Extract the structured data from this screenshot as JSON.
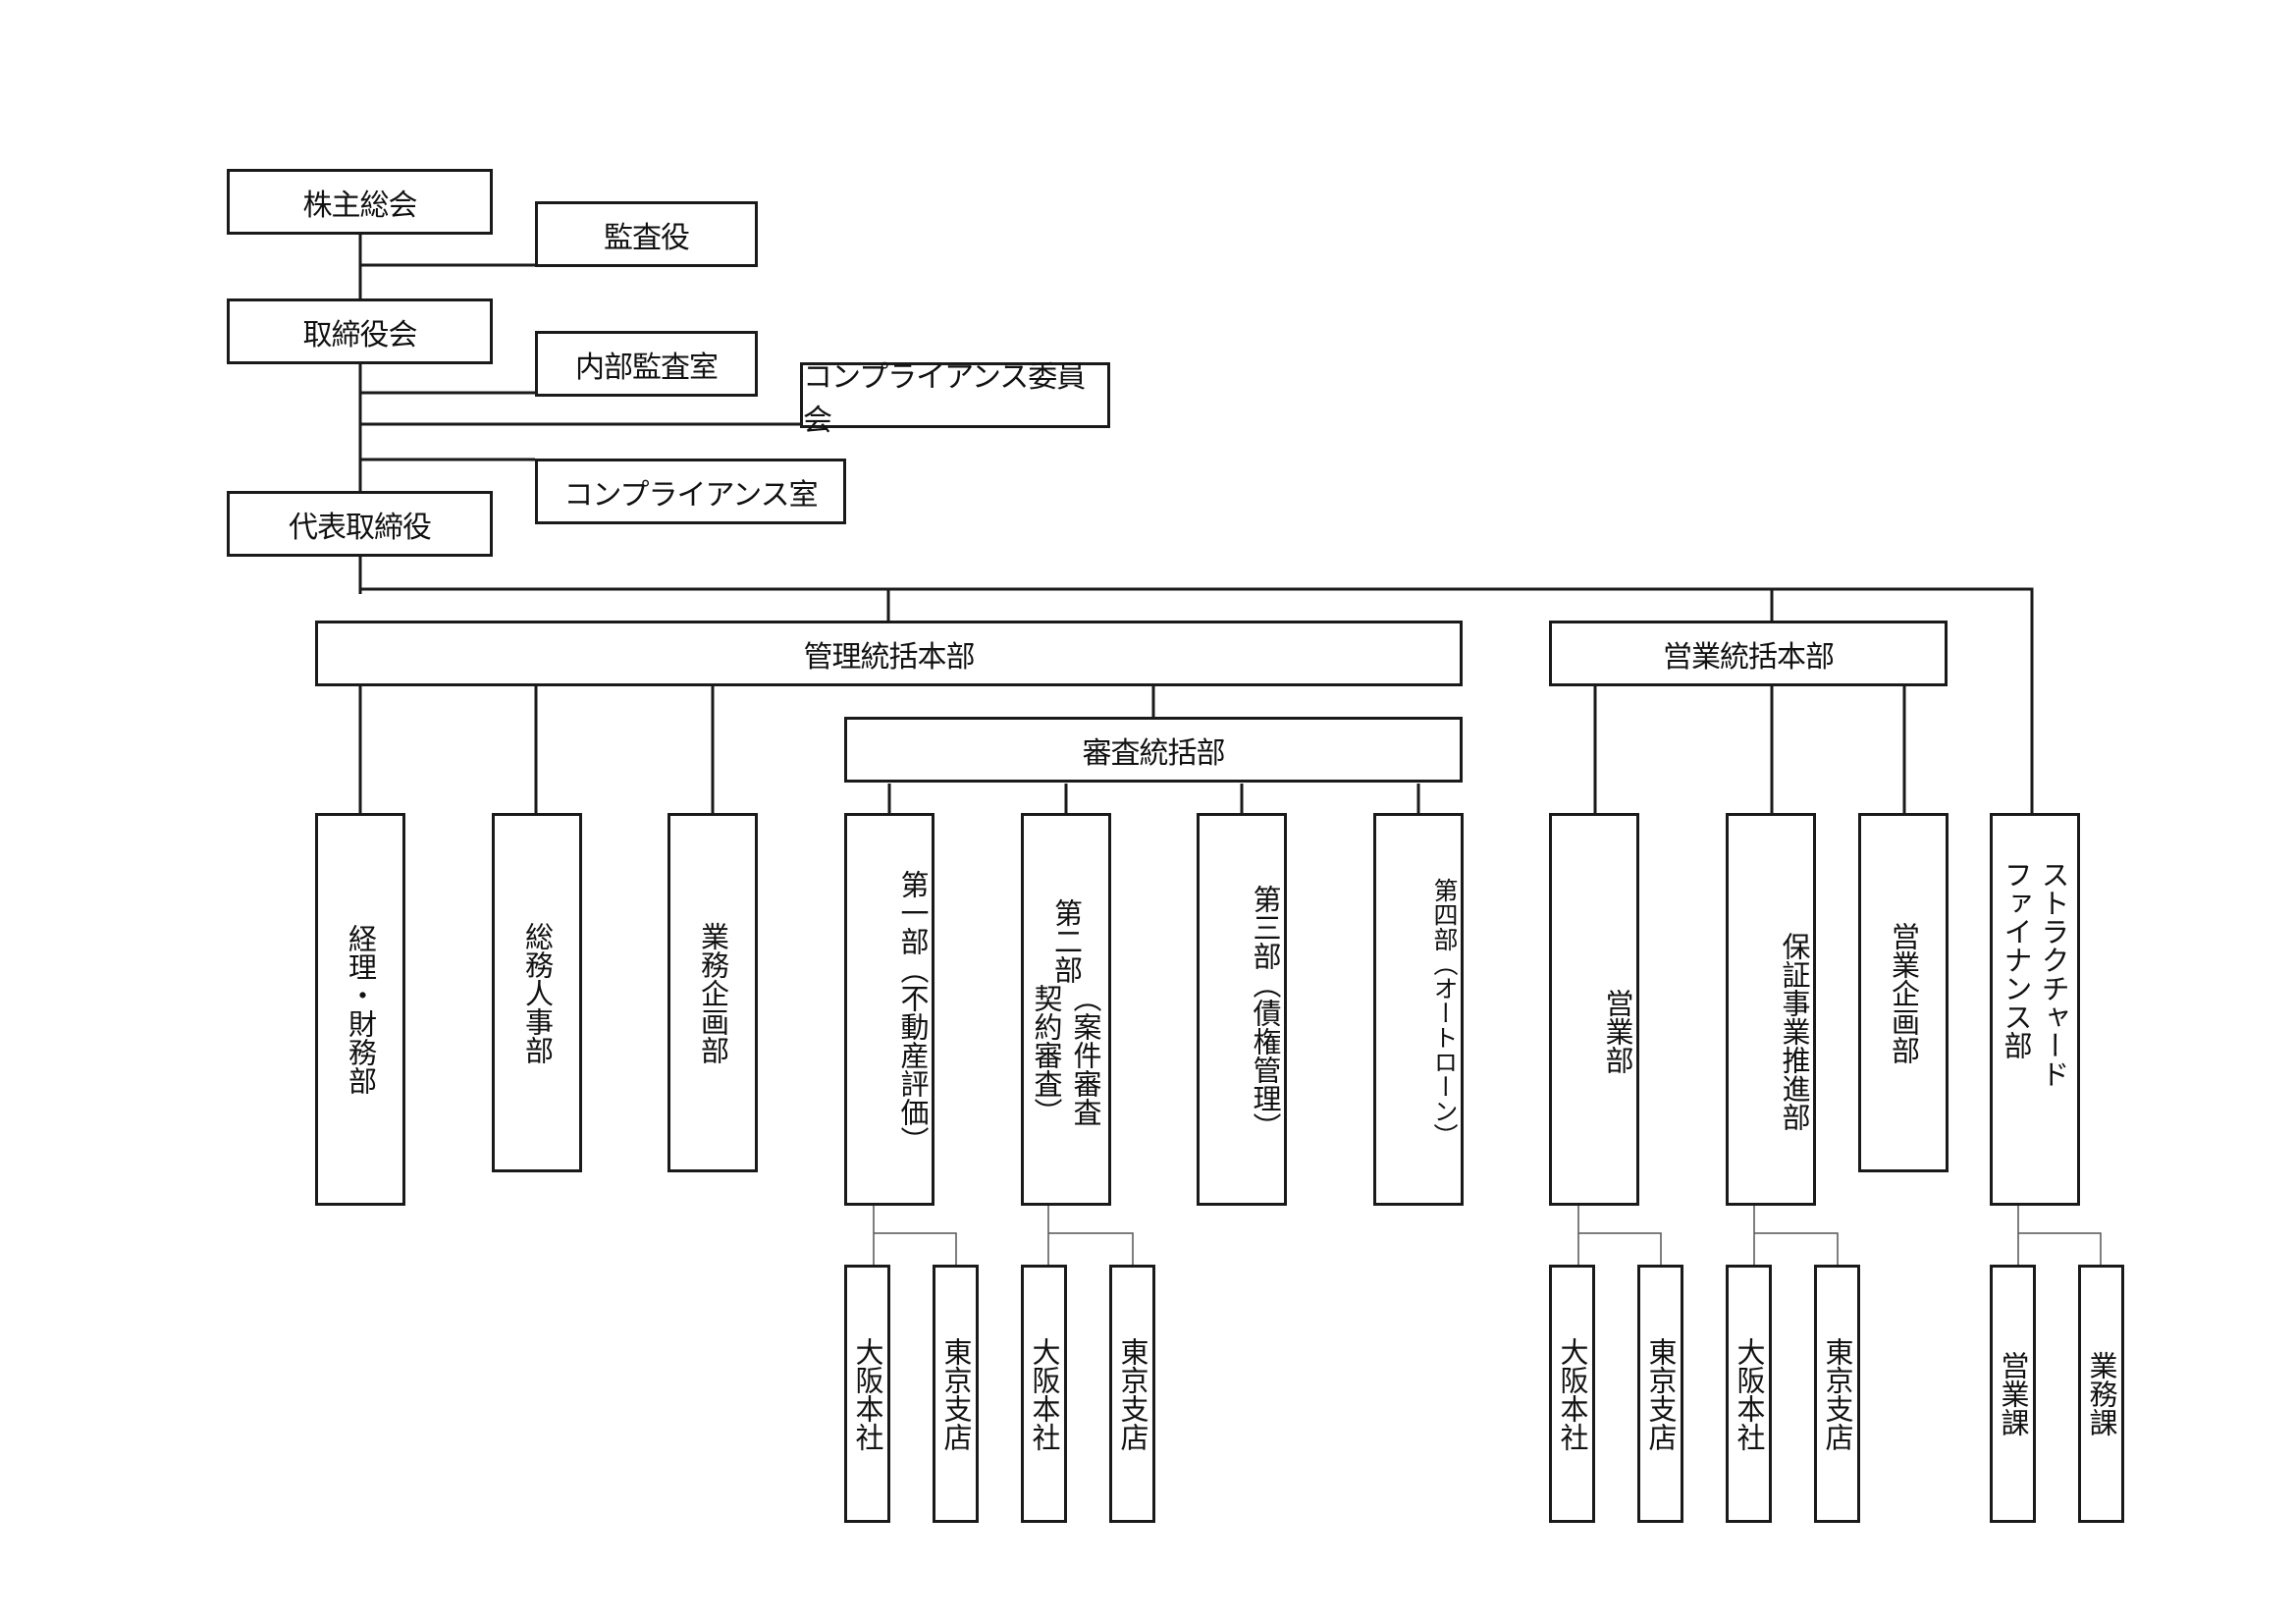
{
  "top": {
    "shareholders": "株主総会",
    "auditor": "監査役",
    "board": "取締役会",
    "internal_audit": "内部監査室",
    "compliance_committee": "コンプライアンス委員会",
    "compliance_office": "コンプライアンス室",
    "president": "代表取締役"
  },
  "admin": {
    "hq": "管理統括本部",
    "accounting": "経理・財務部",
    "general_affairs": "総務人事部",
    "business_planning": "業務企画部",
    "review": {
      "hq": "審査統括部",
      "dept1": "第一部（不動産評価）",
      "dept2_title": "第二部",
      "dept2_line1": "（案件審査",
      "dept2_line2": "契約審査）",
      "dept3": "第三部（債権管理）",
      "dept4": "第四部（オートローン）"
    }
  },
  "sales": {
    "hq": "営業統括本部",
    "sales_dept": "営業部",
    "guarantee": "保証事業推進部",
    "sales_planning": "営業企画部",
    "structured_line1": "ストラクチャード",
    "structured_line2": "ファイナンス部"
  },
  "branches": {
    "osaka": "大阪本社",
    "tokyo": "東京支店",
    "sales_section": "営業課",
    "business_section": "業務課"
  }
}
